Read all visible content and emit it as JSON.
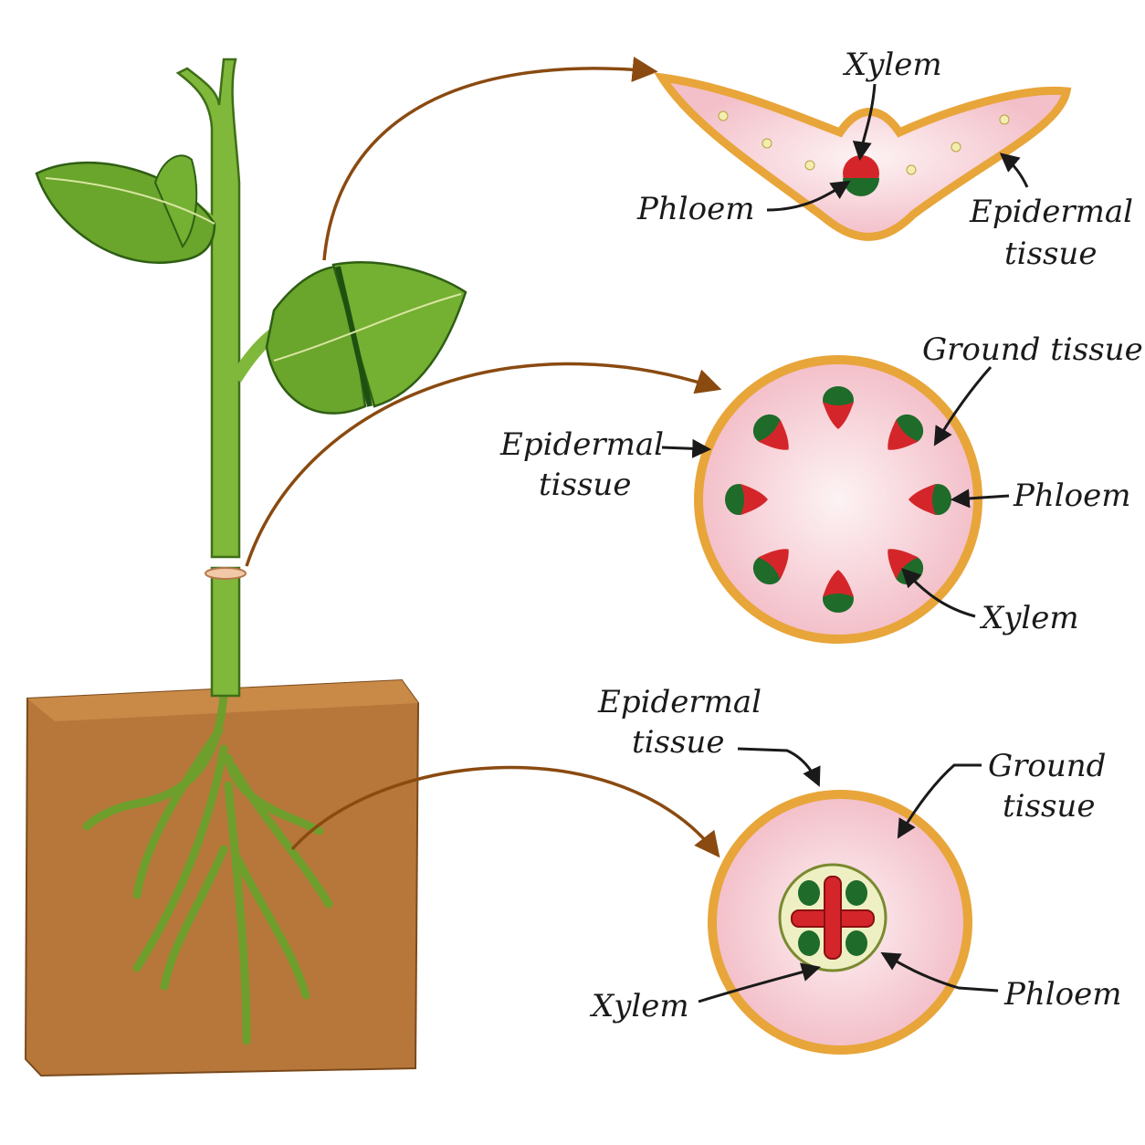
{
  "colors": {
    "stem_green": "#7fb83a",
    "leaf_green": "#6aa52c",
    "soil": "#b8773a",
    "epidermis": "#e8a53a",
    "ground_tissue": "#f7cfd6",
    "xylem": "#d4262a",
    "phloem": "#1e6b2a",
    "arrow": "#8a4a10"
  },
  "leaf_section": {
    "xylem": "Xylem",
    "phloem": "Phloem",
    "epidermal_line1": "Epidermal",
    "epidermal_line2": "tissue"
  },
  "stem_section": {
    "ground": "Ground tissue",
    "epidermal_line1": "Epidermal",
    "epidermal_line2": "tissue",
    "phloem": "Phloem",
    "xylem": "Xylem"
  },
  "root_section": {
    "epidermal_line1": "Epidermal",
    "epidermal_line2": "tissue",
    "ground_line1": "Ground",
    "ground_line2": "tissue",
    "xylem": "Xylem",
    "phloem": "Phloem"
  }
}
